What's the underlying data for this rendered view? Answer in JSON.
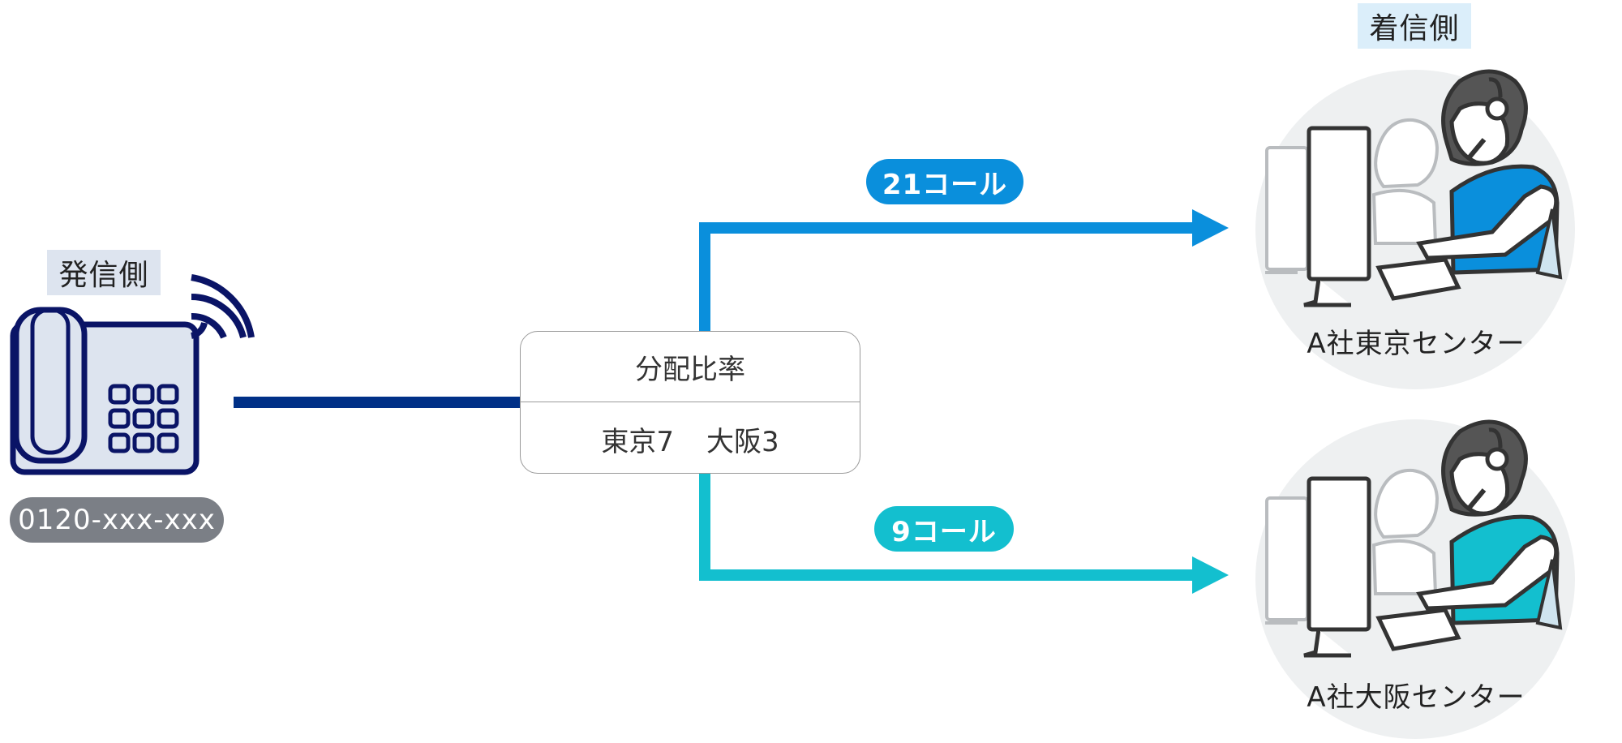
{
  "caller": {
    "label": "発信側",
    "number": "0120-xxx-xxx"
  },
  "receiver": {
    "label": "着信側"
  },
  "ratio": {
    "title": "分配比率",
    "tokyo": "東京7",
    "osaka": "大阪3"
  },
  "routes": {
    "tokyo_calls": "21コール",
    "osaka_calls": "9コール"
  },
  "centers": {
    "tokyo": "A社東京センター",
    "osaka": "A社大阪センター"
  },
  "colors": {
    "navy": "#003087",
    "tokyo_blue": "#0a8fdc",
    "osaka_teal": "#13bfcf",
    "gray_pill": "#7b7f86",
    "tag_bg": "#dde4ef",
    "tag_bg_light": "#dbeefa",
    "circle_bg": "#eef0f1"
  }
}
